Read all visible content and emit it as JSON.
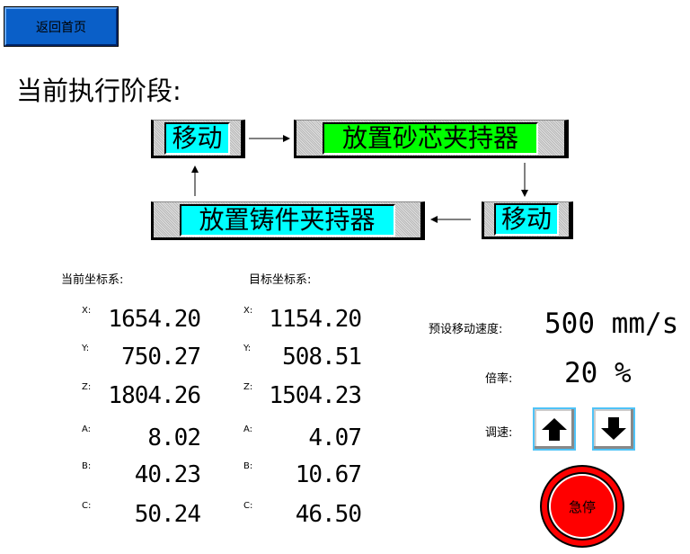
{
  "back_button": "返回首页",
  "title": "当前执行阶段:",
  "stages": [
    {
      "label": "移动",
      "color": "#00ffff"
    },
    {
      "label": "放置砂芯夹持器",
      "color": "#00ff00",
      "active": true
    },
    {
      "label": "移动",
      "color": "#00ffff"
    },
    {
      "label": "放置铸件夹持器",
      "color": "#00ffff"
    }
  ],
  "current": {
    "header": "当前坐标系:",
    "axes": [
      {
        "a": "X:",
        "v": "1654.20"
      },
      {
        "a": "Y:",
        "v": "750.27"
      },
      {
        "a": "Z:",
        "v": "1804.26"
      },
      {
        "a": "A:",
        "v": "8.02"
      },
      {
        "a": "B:",
        "v": "40.23"
      },
      {
        "a": "C:",
        "v": "50.24"
      }
    ]
  },
  "target": {
    "header": "目标坐标系:",
    "axes": [
      {
        "a": "X:",
        "v": "1154.20"
      },
      {
        "a": "Y:",
        "v": "508.51"
      },
      {
        "a": "Z:",
        "v": "1504.23"
      },
      {
        "a": "A:",
        "v": "4.07"
      },
      {
        "a": "B:",
        "v": "10.67"
      },
      {
        "a": "C:",
        "v": "46.50"
      }
    ]
  },
  "speed": {
    "label": "预设移动速度:",
    "value": "500 mm/s"
  },
  "rate": {
    "label": "倍率:",
    "value": "20 %"
  },
  "adjust": {
    "label": "调速:"
  },
  "estop": "急停"
}
